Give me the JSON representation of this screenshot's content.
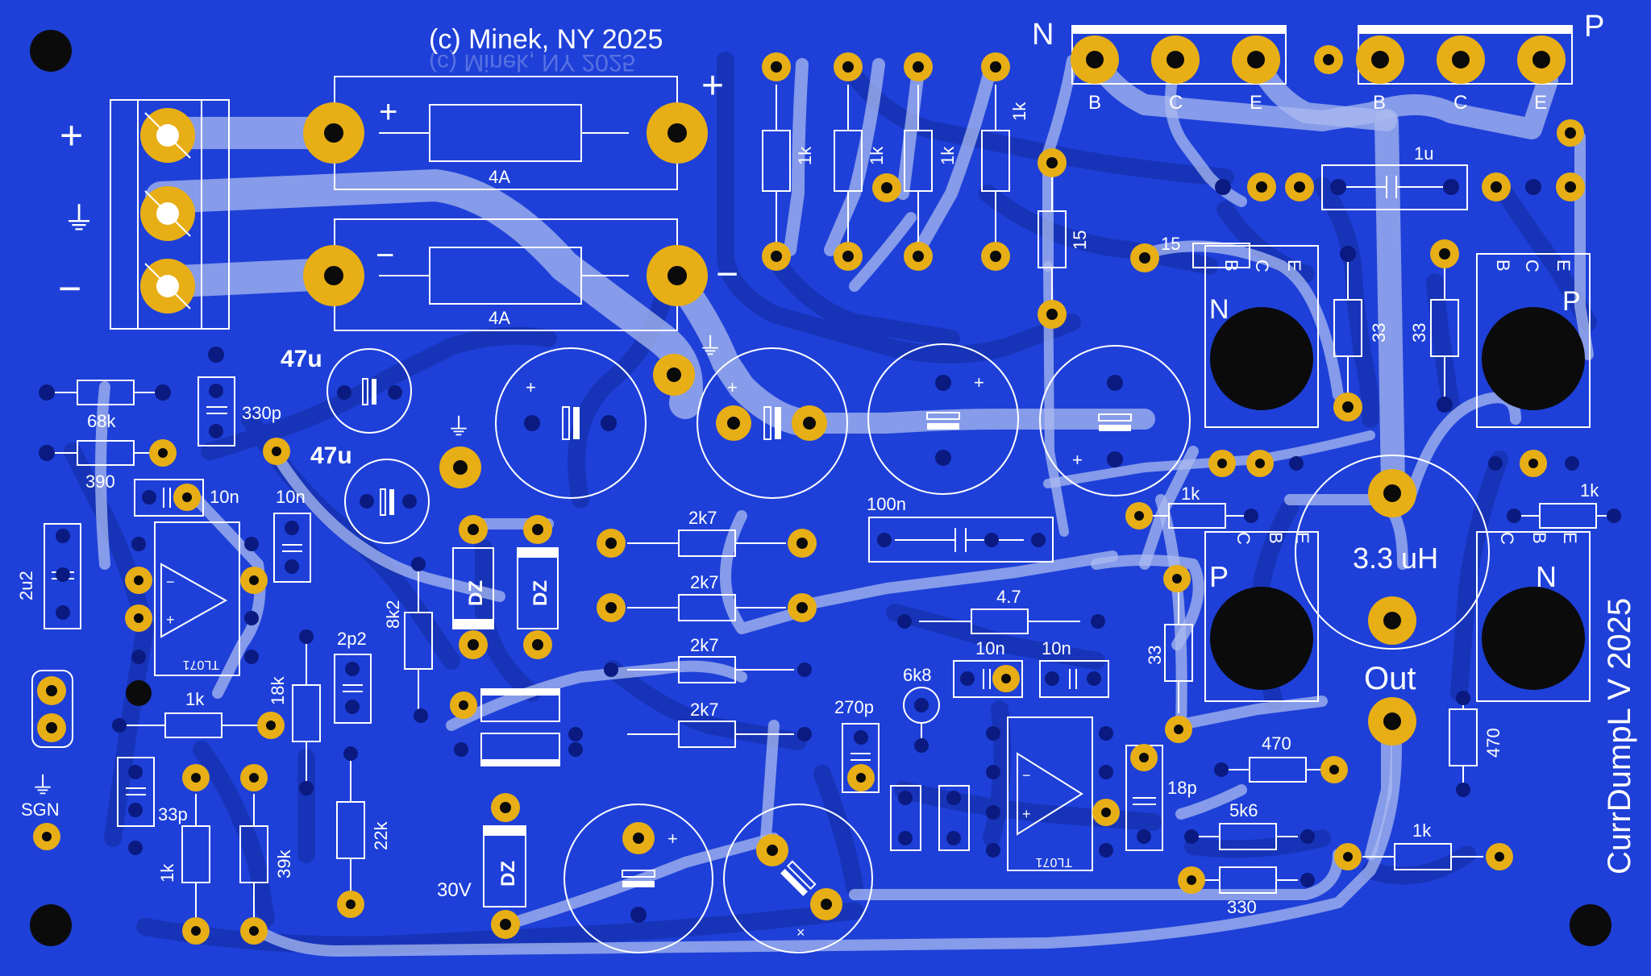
{
  "board": {
    "copyright": "(c) Minek, NY 2025",
    "title": "CurrDumpL V 2025",
    "colors": {
      "board": "#1e40d8",
      "pad": "#e7ae16",
      "silk": "#ffffff",
      "trace": "#a9b9ef",
      "hole": "#0b0b0b"
    }
  },
  "power": {
    "plus": "+",
    "gnd": "⏚",
    "minus": "−"
  },
  "fuses": {
    "top": "4A",
    "bottom": "4A"
  },
  "transistors": {
    "top_n": {
      "label": "N",
      "pins": [
        "B",
        "C",
        "E"
      ]
    },
    "top_p": {
      "label": "P",
      "pins": [
        "B",
        "C",
        "E"
      ]
    },
    "mid_n": {
      "label": "N",
      "pins": [
        "B",
        "C",
        "E"
      ]
    },
    "mid_p": {
      "label": "P",
      "pins": [
        "B",
        "C",
        "E"
      ]
    },
    "low_p": {
      "label": "P",
      "pins": [
        "C",
        "B",
        "E"
      ]
    },
    "low_n": {
      "label": "N",
      "pins": [
        "C",
        "B",
        "E"
      ]
    }
  },
  "components": {
    "r1k_a": "1k",
    "r1k_b": "1k",
    "r1k_c": "1k",
    "r1k_d": "1k",
    "r15_a": "15",
    "r15_b": "15",
    "c1u": "1u",
    "r33_a": "33",
    "r33_b": "33",
    "r33_c": "33",
    "c47u_a": "47u",
    "c47u_b": "47u",
    "r68k": "68k",
    "r390": "390",
    "c330p": "330p",
    "c10n_a": "10n",
    "c10n_b": "10n",
    "c10n_c": "10n",
    "c10n_d": "10n",
    "c2u2": "2u2",
    "opamp_a": "TL071",
    "opamp_b": "TL071",
    "r1k_e": "1k",
    "r18k": "18k",
    "c2p2": "2p2",
    "r8k2": "8k2",
    "dz_a": "DZ",
    "dz_b": "DZ",
    "dz_c": "DZ",
    "v30": "30V",
    "r2k7_a": "2k7",
    "r2k7_b": "2k7",
    "r2k7_c": "2k7",
    "r2k7_d": "2k7",
    "c100n": "100n",
    "r4_7": "4.7",
    "r6k8": "6k8",
    "c270p": "270p",
    "r1k_f": "1k",
    "r1k_g": "1k",
    "inductor": "3.3 uH",
    "out": "Out",
    "r470_a": "470",
    "r470_b": "470",
    "c18p": "18p",
    "r5k6": "5k6",
    "r330": "330",
    "r1k_h": "1k",
    "c33p": "33p",
    "r1k_i": "1k",
    "r39k": "39k",
    "r22k": "22k",
    "sgn": "SGN",
    "gnd_sym": "⏚"
  },
  "polarity": {
    "plus": "+",
    "minus": "−",
    "x": "×"
  }
}
